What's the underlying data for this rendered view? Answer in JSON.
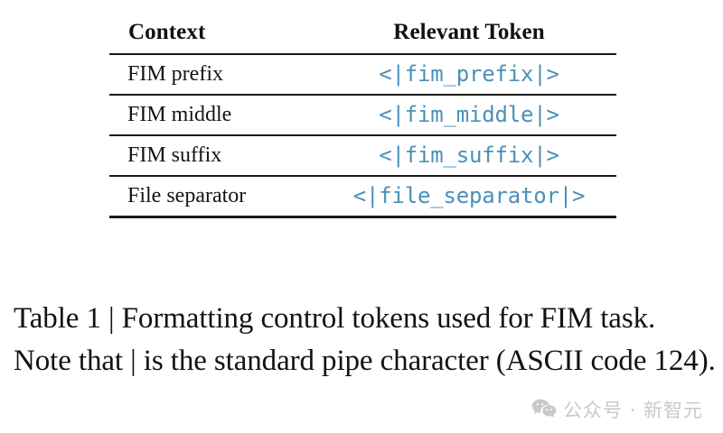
{
  "table": {
    "headers": {
      "context": "Context",
      "token": "Relevant Token"
    },
    "rows": [
      {
        "context": "FIM prefix",
        "token": "<|fim_prefix|>"
      },
      {
        "context": "FIM middle",
        "token": "<|fim_middle|>"
      },
      {
        "context": "FIM suffix",
        "token": "<|fim_suffix|>"
      },
      {
        "context": "File separator",
        "token": "<|file_separator|>"
      }
    ],
    "token_color": "#4a90b8",
    "rule_color": "#1a1a1a"
  },
  "caption": {
    "text": "Table 1 | Formatting control tokens used for FIM task. Note that | is the standard pipe character (ASCII code 124)."
  },
  "watermark": {
    "icon": "wechat-icon",
    "text": "公众号 · 新智元",
    "color": "#c9c9c9"
  }
}
